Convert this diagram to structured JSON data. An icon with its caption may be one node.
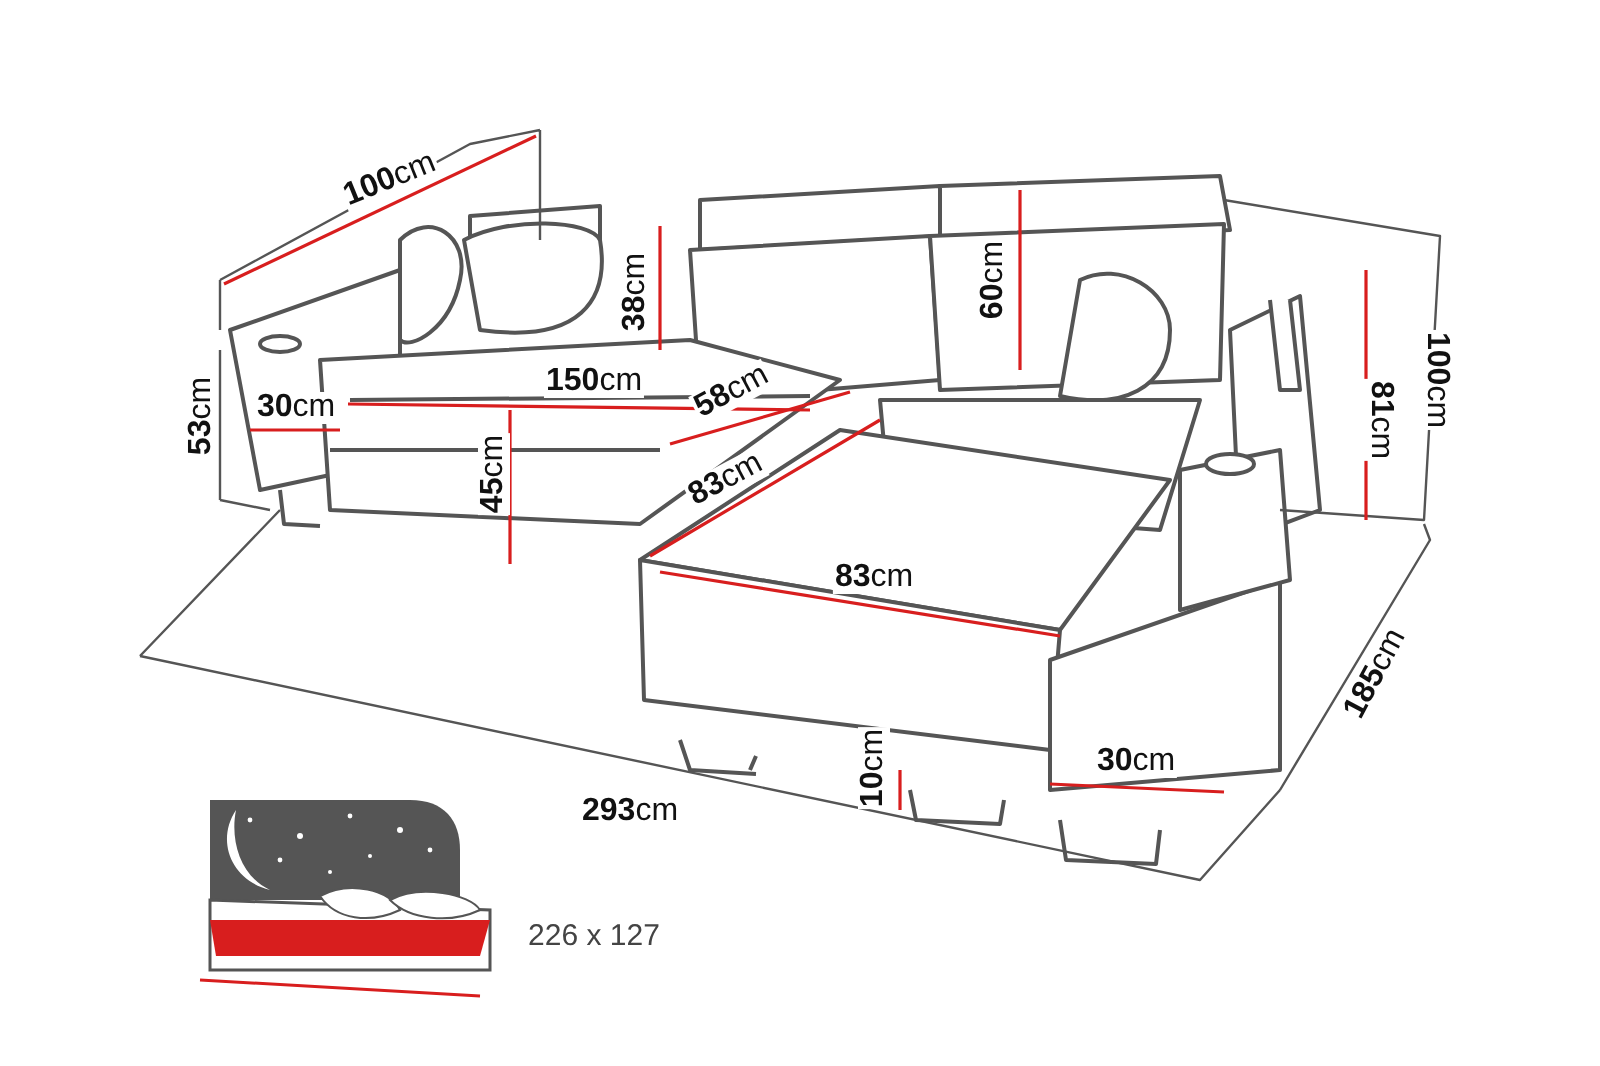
{
  "diagram": {
    "labels": [
      "**100**cm",
      "**38**cm",
      "**60**cm",
      "**100**cm",
      "**81**cm",
      "**53**cm",
      "**30**cm",
      "**150**cm",
      "**58**cm",
      "**45**cm",
      "**83**cm",
      "**83**cm",
      "**185**cm",
      "**293**cm",
      "**10**cm",
      "**30**cm",
      "226 x 127"
    ]
  }
}
